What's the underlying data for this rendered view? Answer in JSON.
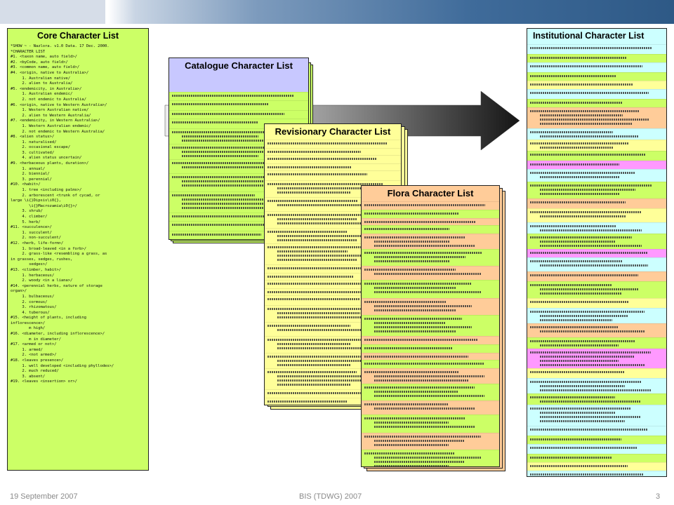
{
  "panels": {
    "core_title": "Core Character List",
    "catalogue_title": "Catalogue Character List",
    "revisionary_title": "Revisionary Character List",
    "flora_title": "Flora Character List",
    "institutional_title": "Institutional Character List"
  },
  "core_lines": [
    "*SHOW ~ - Nazlora. v1.0 Data. 17 Dec. 2000.",
    "*CHARACTER LIST",
    "#1. <taxon name, auto field>/",
    "#2. <byCode, auto field>/",
    "#3. <common name, auto field>/",
    "#4. <origin, native to Australia>/",
    "     1. Australian native/",
    "     2. alien to Australia/",
    "#5. <endemicity, in Australia>/",
    "     1. Australian endemic/",
    "     2. not endemic to Australia/",
    "#6. <origin, native to Western Australia>/",
    "     1. Western Australian native/",
    "     2. alien to Western Australia/",
    "#7. <endemicity, in Western Australia>/",
    "     1. Western Australian endemic/",
    "     2. not endemic to Western Australia/",
    "#8. <alien status>/",
    "     1. naturalised/",
    "     2. occasional escape/",
    "     3. cultivated/",
    "     4. alien status uncertain/",
    "#9. <herbaceous plants, duration>/",
    "     1. annual/",
    "     2. biennial/",
    "     3. perennial/",
    "#10. <habit>/",
    "     1. tree <including palms>/",
    "     2. arborescent <trunk of cycad, or",
    "large \\i{}Dipsis\\i0{},",
    "        \\i{}Macrozamia\\i0{}>/",
    "     3. shrub/",
    "     4. climber/",
    "     5. herb/",
    "#11. <succulence>/",
    "     1. succulent/",
    "     2. non-succulent/",
    "#12. <herb, life-form>/",
    "     1. broad-leaved <in a forb>/",
    "     2. grass-like <resembling a grass, as",
    "in grasses, sedges, rushes,",
    "        sedges>/",
    "#13. <climber, habit>/",
    "     1. herbaceous/",
    "     2. woody <in a liana>/",
    "#14. <perennial herbs, nature of storage",
    "organ>/",
    "     1. bulbaceous/",
    "     2. cormous/",
    "     3. rhizomatous/",
    "     4. tuberous/",
    "#15. <height of plants, including",
    "inflorescence>/",
    "        m high/",
    "#16. <diameter, including inflorescence>/",
    "        m in diameter/",
    "#17. <armed or not>/",
    "     1. armed/",
    "     2. <not armed>/",
    "#18. <leaves presence>/",
    "     1. well developed <including phyllodes>/",
    "     2. much reduced/",
    "     3. absent/",
    "#19. <leaves <insertion> or>/"
  ],
  "colors": {
    "core_fill": "#ccff66",
    "catalogue_header": "#c8c8ff",
    "catalogue_fill": "#ccff66",
    "revisionary_fill": "#ffff99",
    "flora_fill": "#ffcc99",
    "institutional_fill": "#ccffff",
    "arrow_dark": "#1a1a1a",
    "arrow_light": "#e6e6e6"
  },
  "footer": {
    "date": "19 September 2007",
    "event": "BIS (TDWG) 2007",
    "page": "3"
  }
}
